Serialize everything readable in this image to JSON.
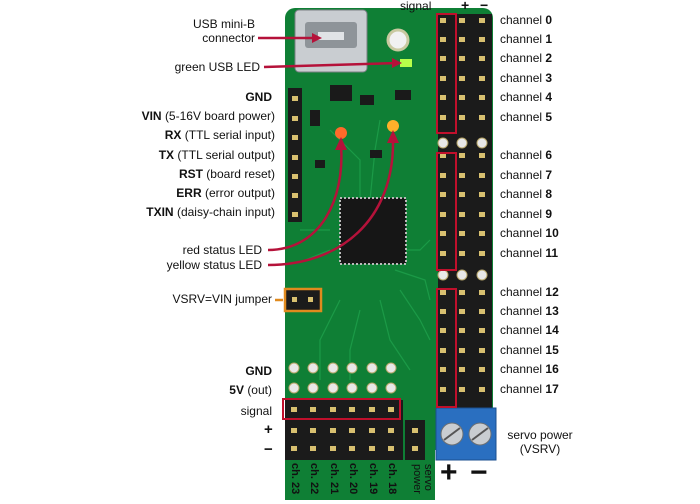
{
  "header": {
    "signal": "signal",
    "plus": "+",
    "minus": "−"
  },
  "left_labels": {
    "usb_line1": "USB mini-B",
    "usb_line2": "connector",
    "green_led": "green USB LED",
    "gnd": "GND",
    "vin_key": "VIN",
    "vin_desc": "(5-16V board power)",
    "rx_key": "RX",
    "rx_desc": "(TTL serial input)",
    "tx_key": "TX",
    "tx_desc": "(TTL serial output)",
    "rst_key": "RST",
    "rst_desc": "(board reset)",
    "err_key": "ERR",
    "err_desc": "(error output)",
    "txin_key": "TXIN",
    "txin_desc": "(daisy-chain input)",
    "red_led": "red status LED",
    "yellow_led": "yellow status LED",
    "vsrv_jumper": "VSRV=VIN jumper",
    "gnd2": "GND",
    "v5_key": "5V",
    "v5_desc": "(out)",
    "signal2": "signal",
    "plus2": "+",
    "minus2": "−"
  },
  "channels": [
    {
      "prefix": "channel",
      "num": "0"
    },
    {
      "prefix": "channel",
      "num": "1"
    },
    {
      "prefix": "channel",
      "num": "2"
    },
    {
      "prefix": "channel",
      "num": "3"
    },
    {
      "prefix": "channel",
      "num": "4"
    },
    {
      "prefix": "channel",
      "num": "5"
    },
    {
      "prefix": "channel",
      "num": "6"
    },
    {
      "prefix": "channel",
      "num": "7"
    },
    {
      "prefix": "channel",
      "num": "8"
    },
    {
      "prefix": "channel",
      "num": "9"
    },
    {
      "prefix": "channel",
      "num": "10"
    },
    {
      "prefix": "channel",
      "num": "11"
    },
    {
      "prefix": "channel",
      "num": "12"
    },
    {
      "prefix": "channel",
      "num": "13"
    },
    {
      "prefix": "channel",
      "num": "14"
    },
    {
      "prefix": "channel",
      "num": "15"
    },
    {
      "prefix": "channel",
      "num": "16"
    },
    {
      "prefix": "channel",
      "num": "17"
    }
  ],
  "bottom_channels": [
    {
      "prefix": "ch.",
      "num": "23"
    },
    {
      "prefix": "ch.",
      "num": "22"
    },
    {
      "prefix": "ch.",
      "num": "21"
    },
    {
      "prefix": "ch.",
      "num": "20"
    },
    {
      "prefix": "ch.",
      "num": "19"
    },
    {
      "prefix": "ch.",
      "num": "18"
    }
  ],
  "servo_power_bottom": "servo power",
  "servo_power_right": {
    "line1": "servo power",
    "line2": "(VSRV)"
  },
  "terminal_symbols": {
    "plus": "+",
    "minus": "−"
  },
  "colors": {
    "pcb": "#0f7f35",
    "pcb_dark": "#0a5a25",
    "header_black": "#1b1b1b",
    "pin_gold": "#d8c070",
    "highlight_red": "#c0102c",
    "arrow_red": "#b5123a",
    "jumper_orange": "#e08a1e",
    "terminal_blue": "#2a6fc0",
    "silver": "#c9cdd1",
    "led_green": "#b8ff4a",
    "led_orange": "#ff9a2a"
  }
}
